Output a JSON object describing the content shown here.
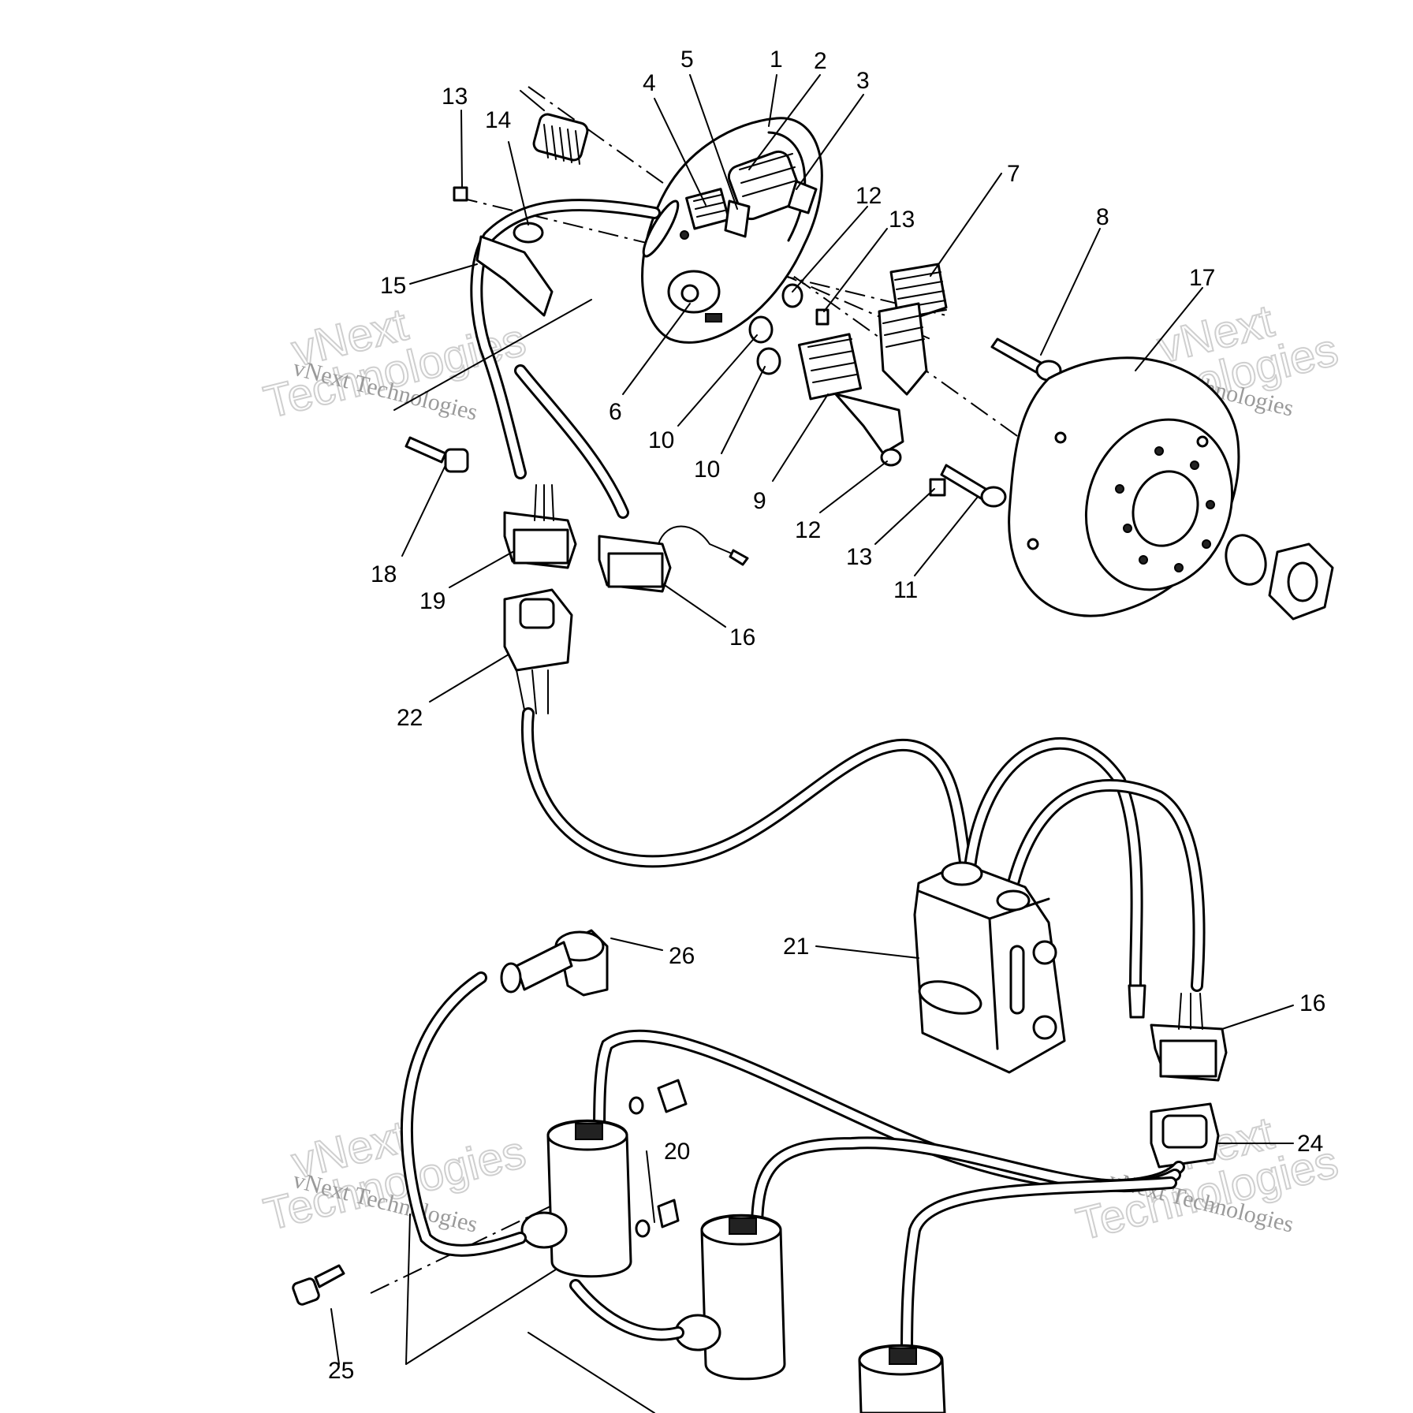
{
  "diagram": {
    "callouts": [
      "1",
      "2",
      "3",
      "4",
      "5",
      "6",
      "7",
      "8",
      "9",
      "10",
      "10",
      "11",
      "12",
      "12",
      "13",
      "13",
      "13",
      "14",
      "15",
      "16",
      "16",
      "17",
      "18",
      "19",
      "20",
      "21",
      "22",
      "24",
      "25",
      "26"
    ],
    "watermark": {
      "line1": "vNext Technologies",
      "line2": "vNext",
      "line3": "Technologies"
    }
  }
}
